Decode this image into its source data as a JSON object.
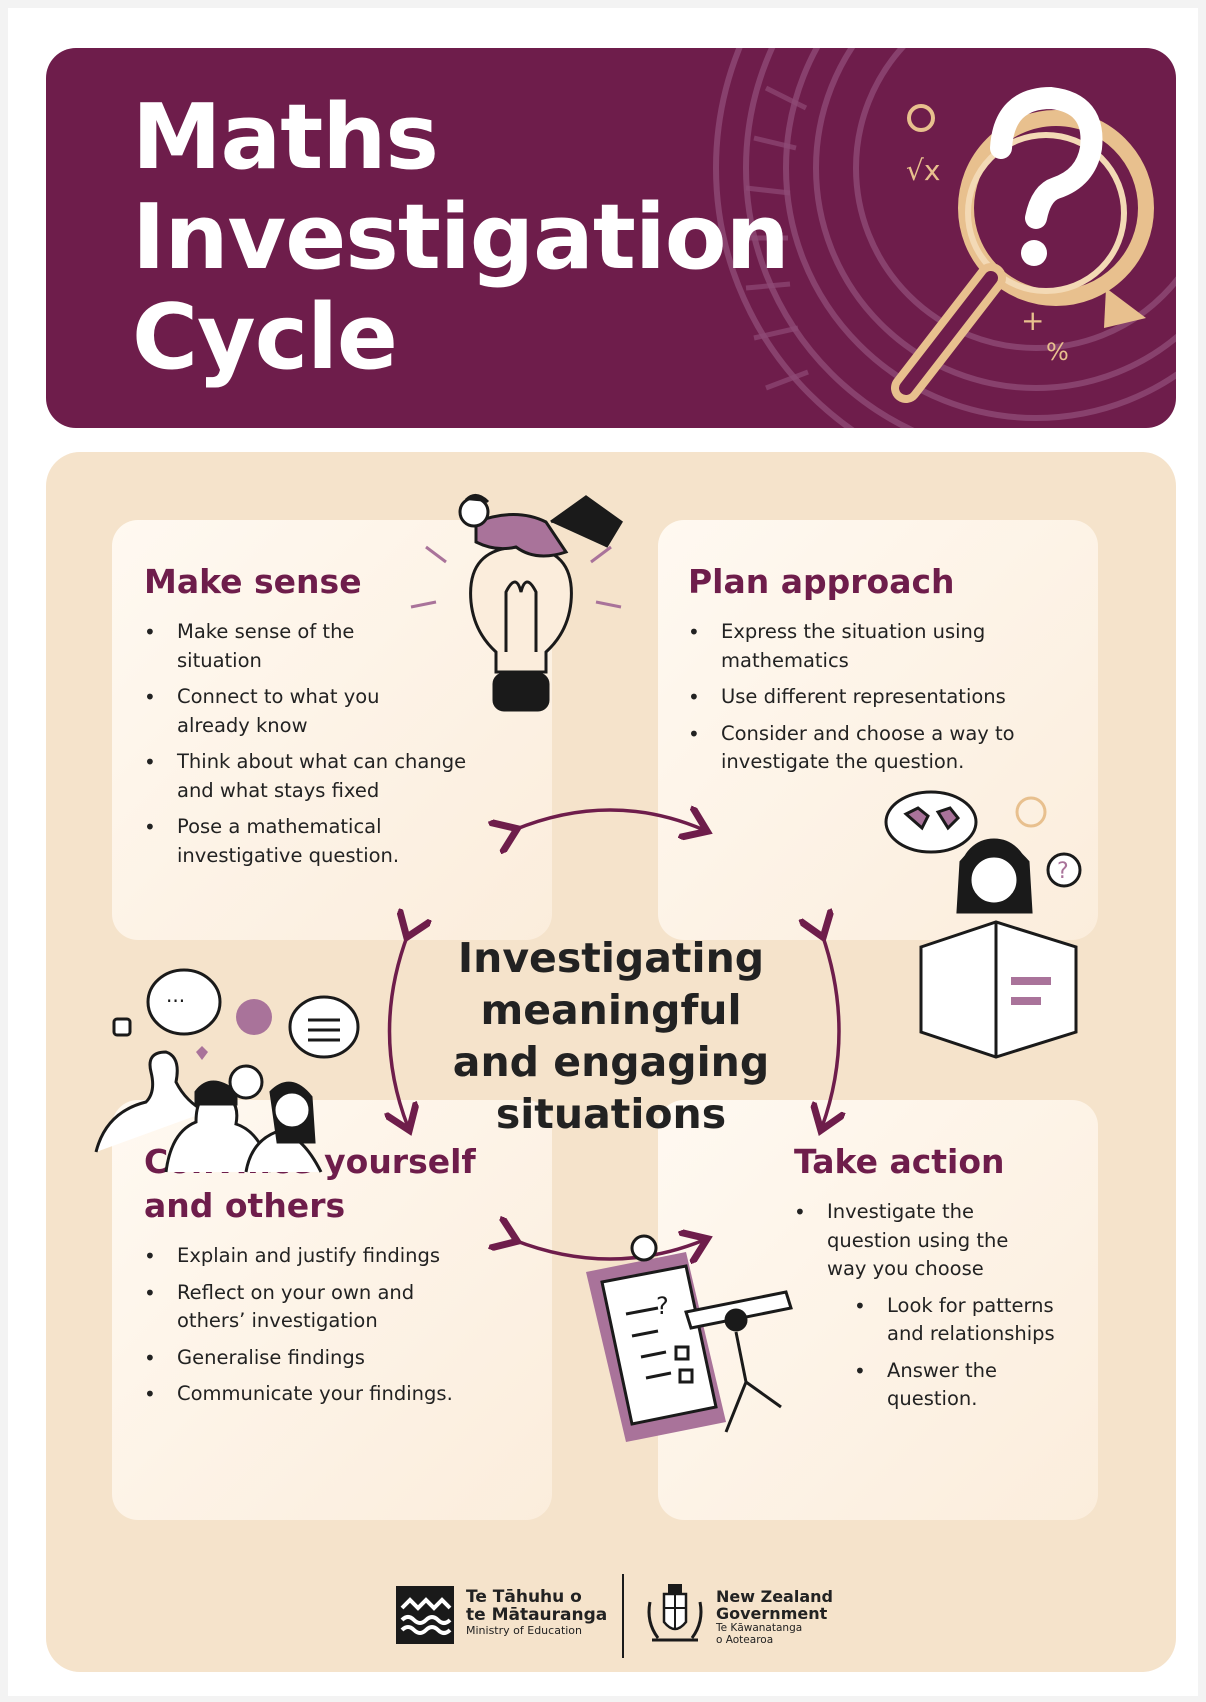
{
  "header": {
    "title_lines": [
      "Maths",
      "Investigation",
      "Cycle"
    ]
  },
  "centre": {
    "lines": [
      "Investigating",
      "meaningful",
      "and engaging",
      "situations"
    ]
  },
  "cards": {
    "make_sense": {
      "heading": "Make sense",
      "items": [
        "Make sense of the situation",
        "Connect to what you already know",
        "Think about what can change and what stays fixed",
        "Pose a mathematical investigative question."
      ]
    },
    "plan_approach": {
      "heading": "Plan approach",
      "items": [
        "Express the situation using mathematics",
        "Use different representations",
        "Consider and choose a way to investigate the question."
      ]
    },
    "convince": {
      "heading_lines": [
        "Convince yourself",
        "and others"
      ],
      "items": [
        "Explain and justify findings",
        "Reflect on your own and others’ investigation",
        "Generalise findings",
        "Communicate your findings."
      ]
    },
    "take_action": {
      "heading": "Take action",
      "items": [
        "Investigate the question using the way you choose"
      ],
      "sub_items": [
        "Look for patterns and relationships",
        "Answer the question."
      ]
    }
  },
  "footer": {
    "moe_name_lines": [
      "Te Tāhuhu o",
      "te Mātauranga"
    ],
    "moe_english": "Ministry of Education",
    "nzgov_name_lines": [
      "New Zealand",
      "Government"
    ],
    "nzgov_maori_lines": [
      "Te Kāwanatanga",
      "o Aotearoa"
    ]
  },
  "colors": {
    "brand_plum": "#6e1d4b",
    "panel_beige": "#f5e3cb",
    "accent_gold": "#e8c08e",
    "accent_lilac": "#a9739a"
  }
}
